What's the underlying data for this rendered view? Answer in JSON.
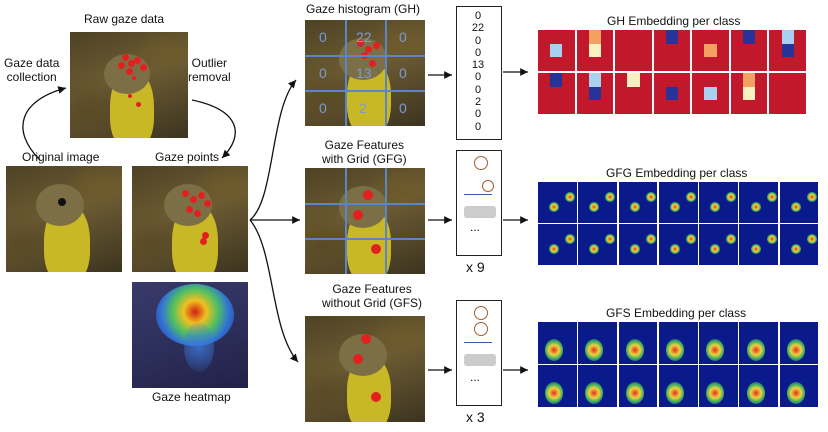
{
  "labels": {
    "raw_gaze": "Raw gaze data",
    "collection": "Gaze data\ncollection",
    "outlier": "Outlier\nremoval",
    "original": "Original image",
    "gaze_points": "Gaze points",
    "heatmap": "Gaze heatmap",
    "gh_title": "Gaze histogram (GH)",
    "gfg_title": "Gaze Features\nwith Grid (GFG)",
    "gfs_title": "Gaze Features\nwithout Grid (GFS)",
    "gh_embed": "GH Embedding per class",
    "gfg_embed": "GFG Embedding per class",
    "gfs_embed": "GFS Embedding per class",
    "x9": "x 9",
    "x3": "x 3",
    "ellipsis": "..."
  },
  "gh_grid": [
    "0",
    "22",
    "0",
    "0",
    "13",
    "0",
    "0",
    "2",
    "0"
  ],
  "gh_vector": [
    "0",
    "22",
    "0",
    "0",
    "13",
    "0",
    "0",
    "2",
    "0"
  ],
  "colors": {
    "gaze_point": "#e32020",
    "grid_line": "#5a86c8",
    "embed_bg": "#0b1a8a",
    "gh_red": "#c1192b",
    "gh_blue": "#28339a"
  }
}
